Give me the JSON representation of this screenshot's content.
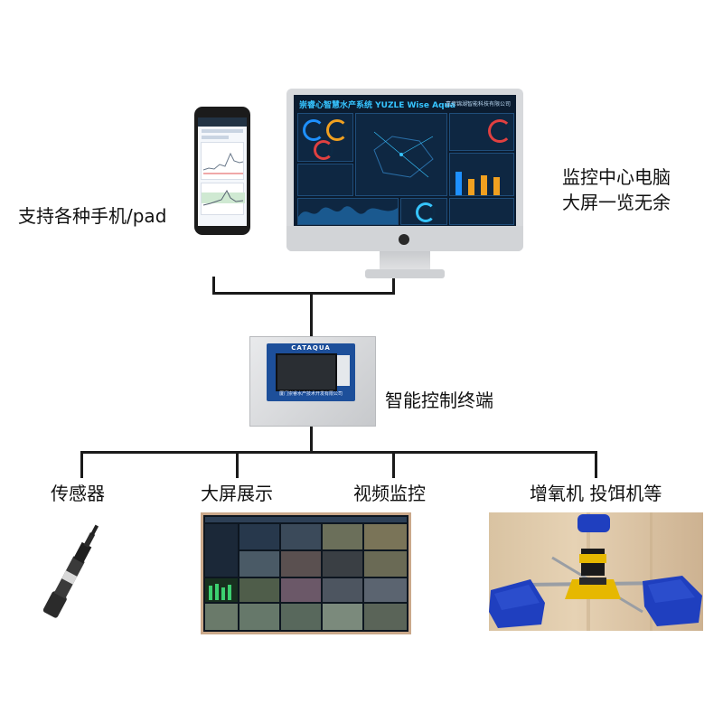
{
  "labels": {
    "phone": "支持各种手机/pad",
    "monitor": "监控中心电脑\n大屏一览无余",
    "monitor_line1": "监控中心电脑",
    "monitor_line2": "大屏一览无余",
    "terminal": "智能控制终端",
    "sensor": "传感器",
    "big_screen": "大屏展示",
    "video": "视频监控",
    "aerator": "增氧机 投饵机等"
  },
  "monitor_screen": {
    "title": "崇睿心智慧水产系统 YUZLE Wise Aqua",
    "company": "嘉意锦湖智能科技有限公司"
  },
  "terminal_device": {
    "brand": "CATAQUA",
    "company": "厦门崇睿水产技术开发有限公司"
  },
  "colors": {
    "line": "#1a1a1a",
    "dashboard_bg": "#0b1c30",
    "dashboard_accent": "#36c4ff",
    "terminal_panel": "#1d4f9a",
    "aerator_blue": "#1f3fbf",
    "aerator_yellow": "#e6b800"
  }
}
